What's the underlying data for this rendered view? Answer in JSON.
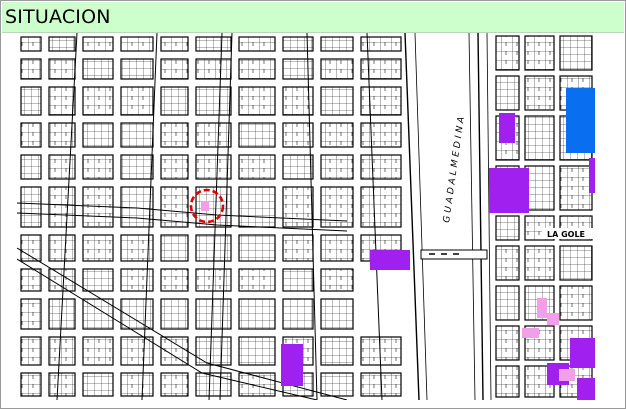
{
  "panel": {
    "title": "SITUACION"
  },
  "map": {
    "river_label": "GUADALMEDINA",
    "street_label": "LA GOLE",
    "colors": {
      "background": "#ffffff",
      "title_bar": "#ccffcc",
      "lines": "#000000",
      "purple_zone": "#a020f0",
      "blue_zone": "#0a6ef0",
      "pink_zone": "#f0a0e8",
      "location_marker": "#e00000"
    },
    "marker": {
      "shape": "dashed circle",
      "icon": "location-marker-icon"
    }
  }
}
